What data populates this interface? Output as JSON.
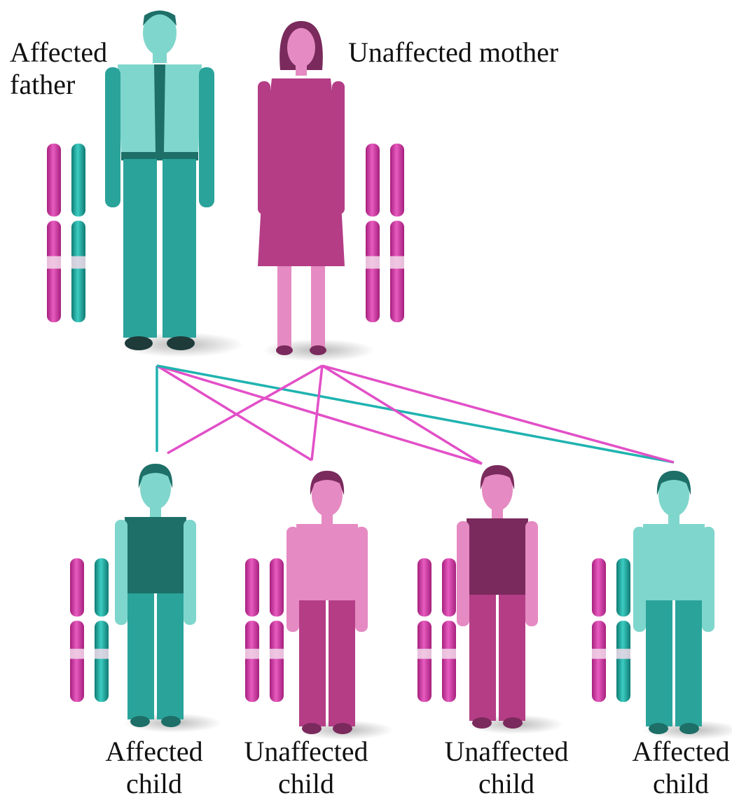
{
  "colors": {
    "affected": "#2aa39a",
    "affected_light": "#7fd6cc",
    "affected_dark": "#1d6f68",
    "unaffected": "#b43d86",
    "unaffected_light": "#e58ac2",
    "unaffected_dark": "#7a2a5c",
    "chromosome_magenta": "#d63aa8",
    "chromosome_teal": "#1fa39a",
    "line_teal": "#1fb3b0",
    "line_magenta": "#e24fc7",
    "band": "#f2d9ea"
  },
  "parents": {
    "father": {
      "label_line1": "Affected",
      "label_line2": "father",
      "status": "affected",
      "chromosomes": [
        "magenta",
        "teal"
      ]
    },
    "mother": {
      "label": "Unaffected mother",
      "status": "unaffected",
      "chromosomes": [
        "magenta",
        "magenta"
      ]
    }
  },
  "children": [
    {
      "label_line1": "Affected",
      "label_line2": "child",
      "status": "affected",
      "chromosomes": [
        "magenta",
        "teal"
      ],
      "inherits_from_father": "teal"
    },
    {
      "label_line1": "Unaffected",
      "label_line2": "child",
      "status": "unaffected",
      "chromosomes": [
        "magenta",
        "magenta"
      ],
      "inherits_from_father": "magenta"
    },
    {
      "label_line1": "Unaffected",
      "label_line2": "child",
      "status": "unaffected",
      "chromosomes": [
        "magenta",
        "magenta"
      ],
      "inherits_from_father": "magenta"
    },
    {
      "label_line1": "Affected",
      "label_line2": "child",
      "status": "affected",
      "chromosomes": [
        "magenta",
        "teal"
      ],
      "inherits_from_father": "teal"
    }
  ]
}
